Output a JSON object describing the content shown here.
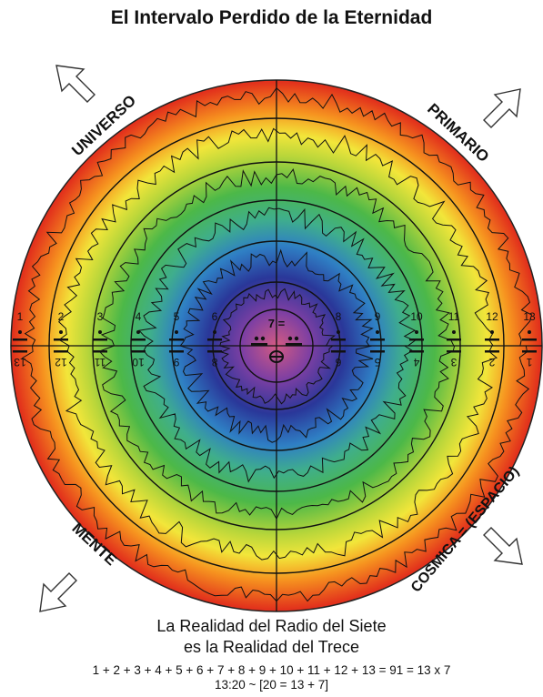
{
  "title": "El Intervalo Perdido de la Eternidad",
  "center_label": "7 =",
  "quadrant_labels": {
    "top_left": "UNIVERSO",
    "top_right": "PRIMARIO",
    "bottom_left": "MENTE",
    "bottom_right": "COSMICA = (ESPACIO)"
  },
  "upper_numbers": [
    "1",
    "2",
    "3",
    "4",
    "5",
    "6",
    "8",
    "9",
    "10",
    "11",
    "12",
    "13"
  ],
  "lower_numbers": [
    "13",
    "12",
    "11",
    "10",
    "9",
    "8",
    "6",
    "5",
    "4",
    "3",
    "2",
    "1"
  ],
  "caption": {
    "line1": "La Realidad del Radio del Siete",
    "line2": "es la Realidad del Trece"
  },
  "formula": {
    "line1": "1 + 2 + 3 + 4 + 5 + 6 + 7 + 8 + 9 + 10 + 11 + 12 + 13 = 91 = 13 x 7",
    "line2": "13:20 ~ [20 = 13 + 7]"
  },
  "colors": {
    "outer": "#e8321e",
    "orange": "#f7941d",
    "yellow": "#f2e93a",
    "green": "#4cb848",
    "teal": "#3fae9a",
    "blue": "#2a3f9a",
    "center": "#d4537a"
  }
}
